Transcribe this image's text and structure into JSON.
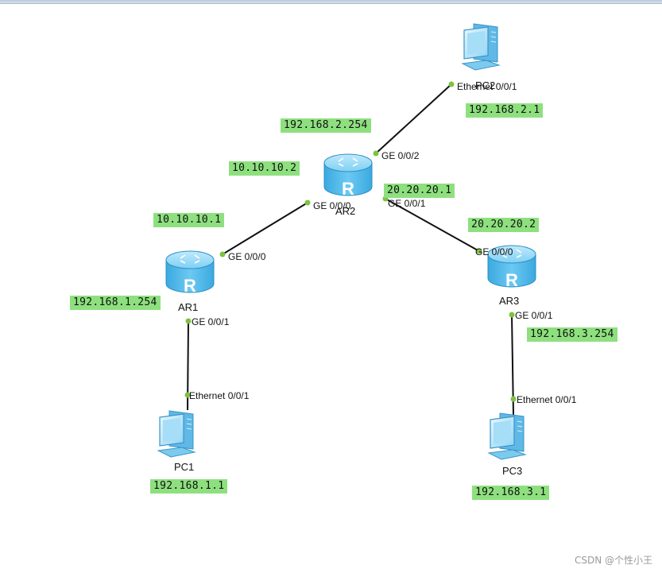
{
  "devices": {
    "ar1": {
      "name": "AR1",
      "glyph": "R"
    },
    "ar2": {
      "name": "AR2",
      "glyph": "R"
    },
    "ar3": {
      "name": "AR3",
      "glyph": "R"
    },
    "pc1": {
      "name": "PC1"
    },
    "pc2": {
      "name": "PC2"
    },
    "pc3": {
      "name": "PC3"
    }
  },
  "ports": {
    "ar2_ge002": "GE 0/0/2",
    "ar2_ge000": "GE 0/0/0",
    "ar2_ge001": "GE 0/0/1",
    "ar1_ge000": "GE 0/0/0",
    "ar1_ge001": "GE 0/0/1",
    "ar3_ge000": "GE 0/0/0",
    "ar3_ge001": "GE 0/0/1",
    "pc1_eth": "Ethernet 0/0/1",
    "pc2_eth": "Ethernet 0/0/1",
    "pc3_eth": "Ethernet 0/0/1"
  },
  "addresses": {
    "pc2": "192.168.2.1",
    "ar2_g2": "192.168.2.254",
    "ar2_g0": "10.10.10.2",
    "ar2_g1": "20.20.20.1",
    "ar1_g0": "10.10.10.1",
    "ar3_g0": "20.20.20.2",
    "ar1_g1": "192.168.1.254",
    "ar3_g1": "192.168.3.254",
    "pc1": "192.168.1.1",
    "pc3": "192.168.3.1"
  },
  "colors": {
    "label_bg": "#8ee07f",
    "port_dot": "#7dc242",
    "router_body": "#52b8e8",
    "pc_body": "#74c6ee"
  },
  "watermark": "CSDN @个性小王"
}
